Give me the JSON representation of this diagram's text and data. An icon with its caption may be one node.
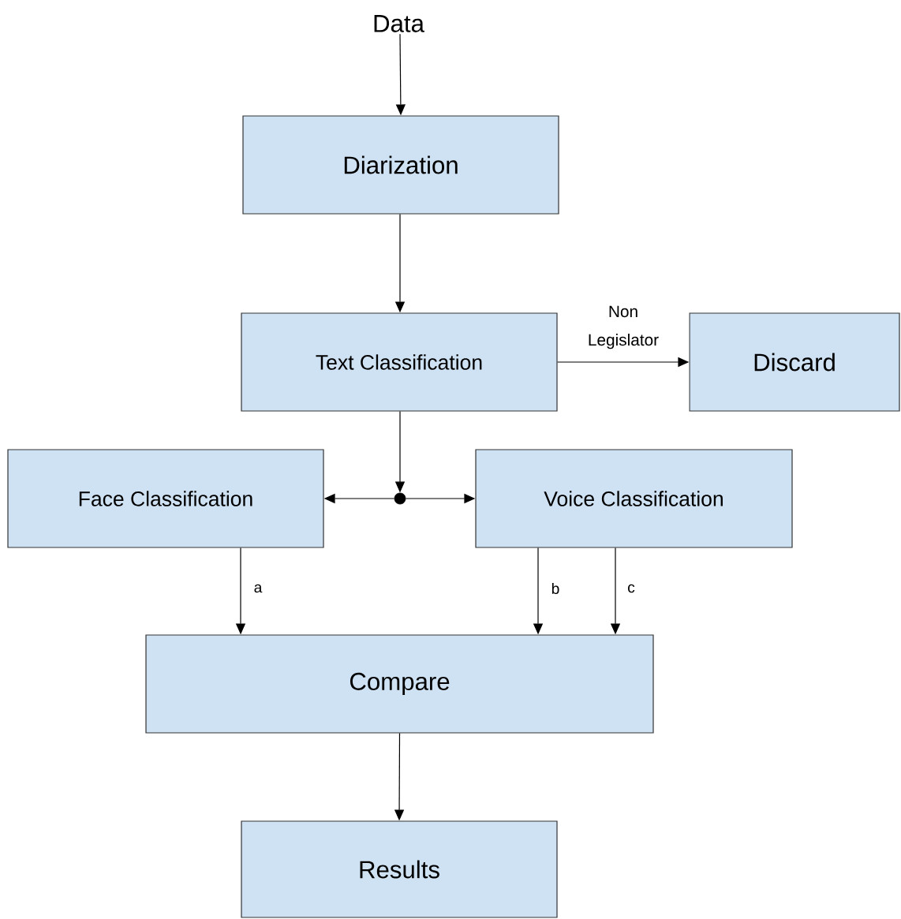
{
  "diagram": {
    "nodes": [
      {
        "text": [
          "Data"
        ]
      },
      {
        "text": [
          "Diarization"
        ]
      },
      {
        "text": [
          "Text Classification"
        ]
      },
      {
        "text": [
          "Discard"
        ]
      },
      {
        "text": [
          "Face Classification"
        ]
      },
      {
        "text": [],
        "shape": "circle"
      },
      {
        "text": [
          "Voice Classification"
        ]
      },
      {
        "text": [
          "Compare"
        ]
      },
      {
        "text": [
          "Results"
        ]
      }
    ],
    "edges": [
      {
        "from": 0,
        "to": 1,
        "arrow": "to"
      },
      {
        "from": 1,
        "to": 2,
        "arrow": "to"
      },
      {
        "from": 2,
        "to": 3,
        "arrow": "to",
        "label": "Non Legislator"
      },
      {
        "from": 2,
        "to": 5,
        "arrow": "to"
      },
      {
        "from": 5,
        "to": 4,
        "arrow": "to"
      },
      {
        "from": 5,
        "to": 6,
        "arrow": "to"
      },
      {
        "from": 4,
        "to": 7,
        "arrow": "to",
        "label": "a"
      },
      {
        "from": 6,
        "to": 7,
        "arrow": "to",
        "label": "b"
      },
      {
        "from": 6,
        "to": 7,
        "arrow": "to",
        "label": "c"
      },
      {
        "from": 7,
        "to": 8,
        "arrow": "to"
      }
    ]
  }
}
